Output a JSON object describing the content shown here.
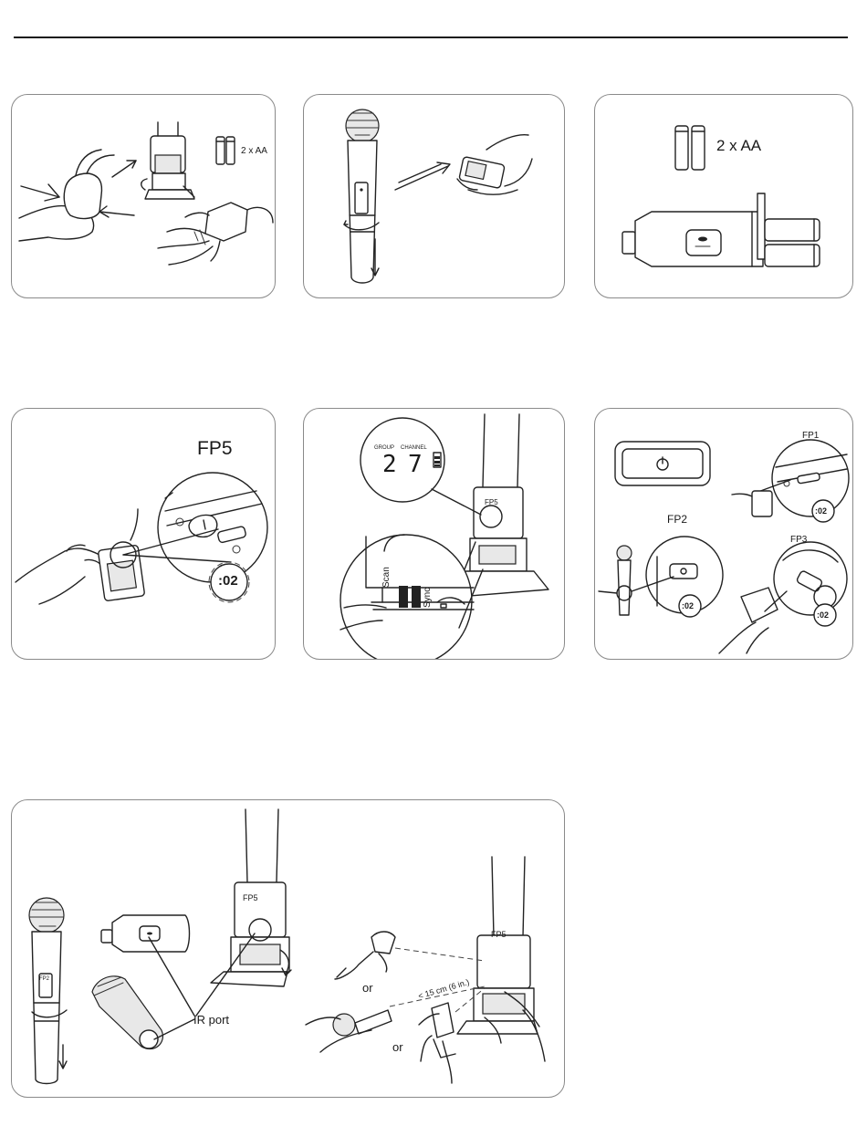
{
  "panel1": {
    "battery_label": "2 x AA"
  },
  "panel3": {
    "battery_label": "2 x AA"
  },
  "panel4": {
    "title": "FP5",
    "timer": ":02"
  },
  "panel5": {
    "lcd_group_label": "GROUP",
    "lcd_channel_label": "CHANNEL",
    "lcd_group_value": "2",
    "lcd_channel_value": "7",
    "receiver_label": "FP5",
    "scan_label": "Scan",
    "sync_label": "Sync"
  },
  "panel6": {
    "fp1_label": "FP1",
    "fp2_label": "FP2",
    "fp3_label": "FP3",
    "timer_fp1": ":02",
    "timer_fp2": ":02",
    "timer_fp3": ":02"
  },
  "panel7": {
    "mic_label": "FP2",
    "receiver_label_left": "FP5",
    "receiver_label_right": "FP5",
    "ir_port_label": "IR port",
    "or_label_1": "or",
    "or_label_2": "or",
    "distance_label": "< 15 cm (6 in.)"
  }
}
